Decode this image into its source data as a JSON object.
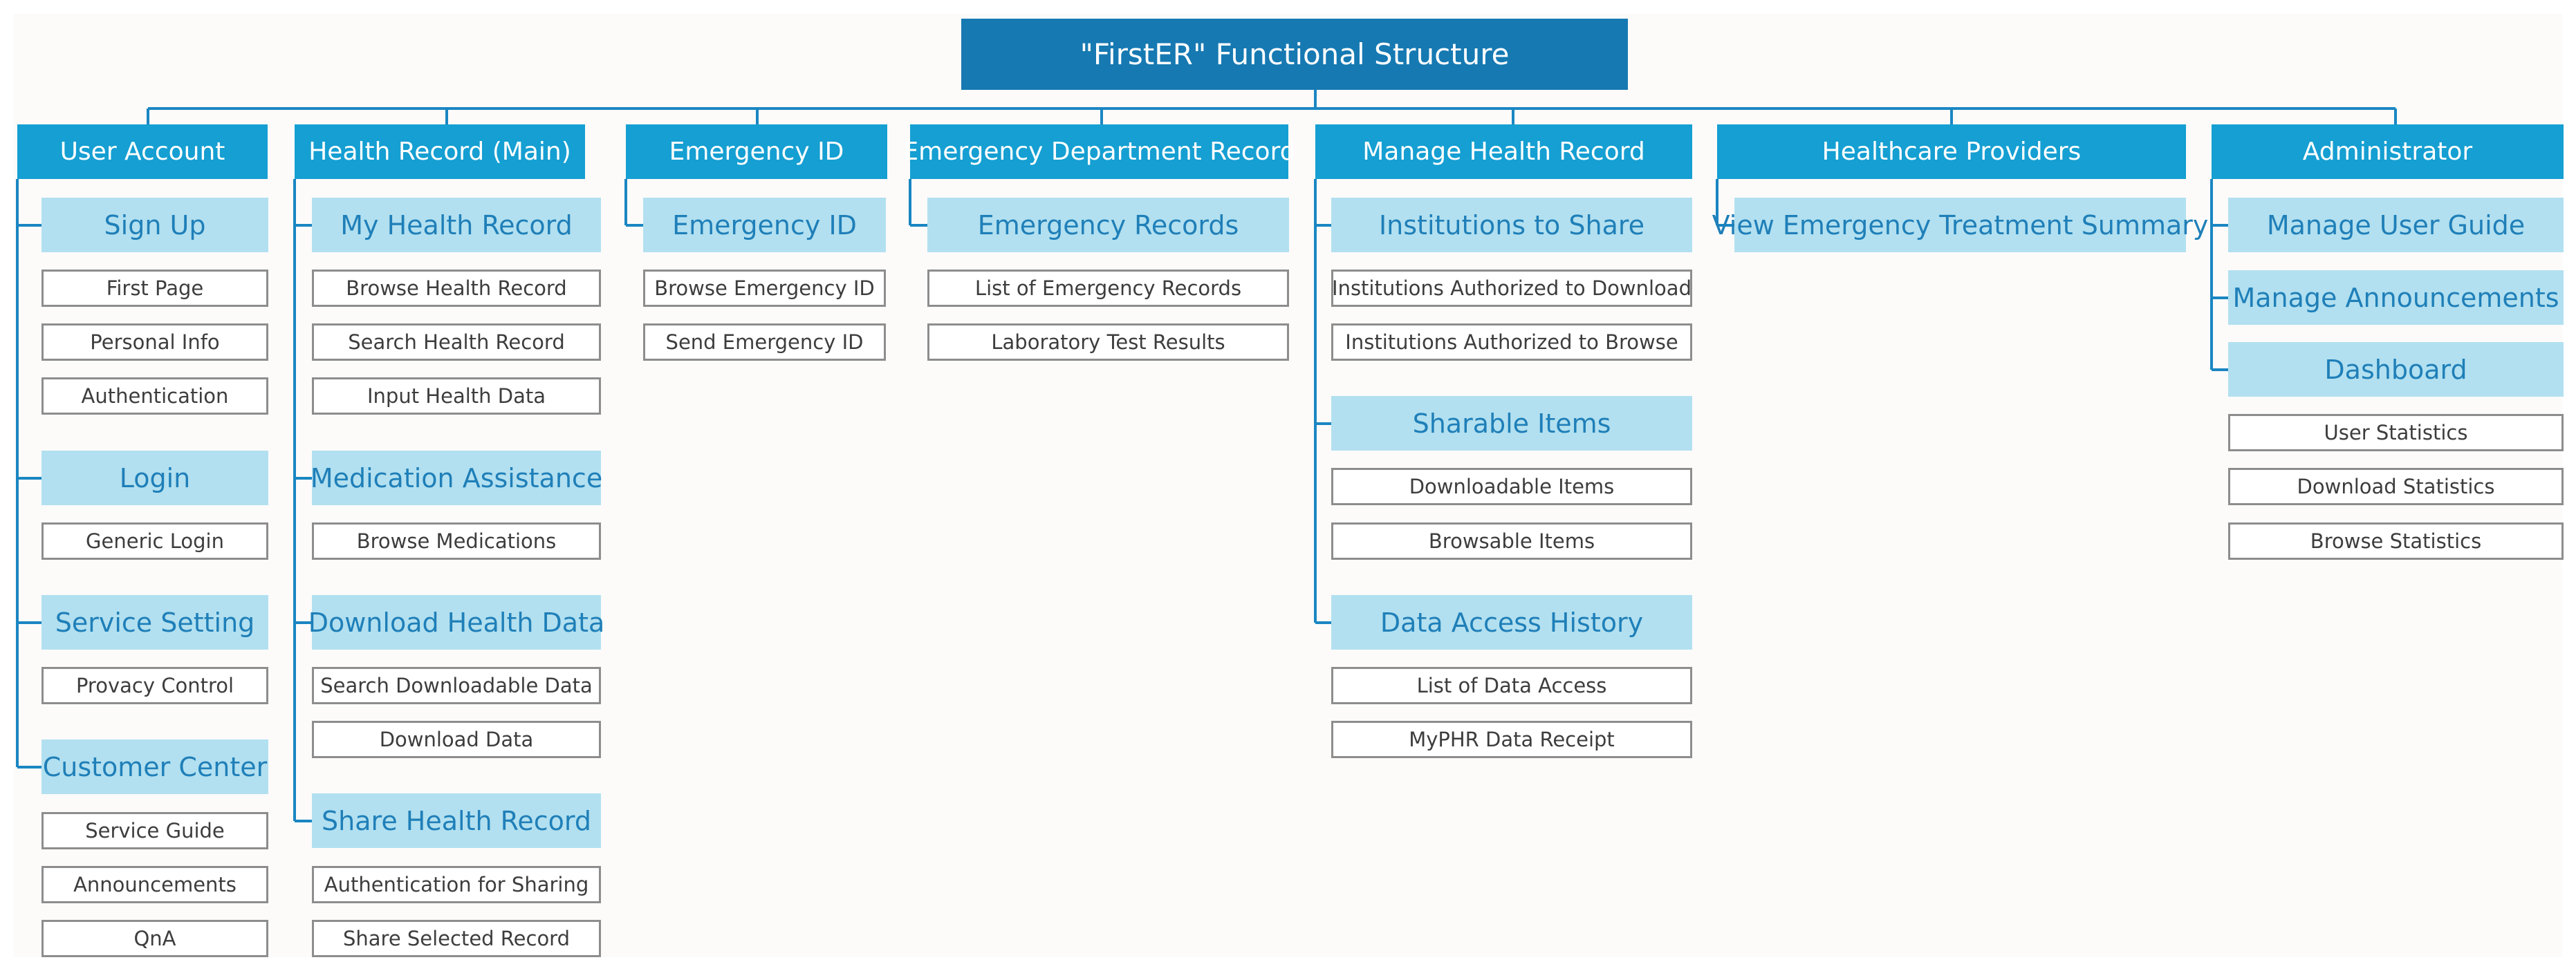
{
  "title": "\"FirstER\" Functional Structure",
  "colors": {
    "title_bg": "#1679b2",
    "category_bg": "#159fd2",
    "sub_bg": "#b2e0f0",
    "sub_text": "#1f7fb8",
    "leaf_border": "#8d8d8d",
    "connector": "#1a86c2"
  },
  "columns": [
    {
      "label": "User Account",
      "subs": [
        {
          "label": "Sign Up",
          "items": [
            "First Page",
            "Personal Info",
            "Authentication"
          ]
        },
        {
          "label": "Login",
          "items": [
            "Generic Login"
          ]
        },
        {
          "label": "Service Setting",
          "items": [
            "Provacy Control"
          ]
        },
        {
          "label": "Customer Center",
          "items": [
            "Service Guide",
            "Announcements",
            "QnA"
          ]
        }
      ]
    },
    {
      "label": "Health Record (Main)",
      "subs": [
        {
          "label": "My Health Record",
          "items": [
            "Browse Health Record",
            "Search Health Record",
            "Input Health Data"
          ]
        },
        {
          "label": "Medication Assistance",
          "items": [
            "Browse Medications"
          ]
        },
        {
          "label": "Download Health Data",
          "items": [
            "Search Downloadable Data",
            "Download Data"
          ]
        },
        {
          "label": "Share Health Record",
          "items": [
            "Authentication for Sharing",
            "Share Selected Record"
          ]
        }
      ]
    },
    {
      "label": "Emergency ID",
      "subs": [
        {
          "label": "Emergency ID",
          "items": [
            "Browse Emergency ID",
            "Send Emergency ID"
          ]
        }
      ]
    },
    {
      "label": "Emergency Department Record",
      "subs": [
        {
          "label": "Emergency Records",
          "items": [
            "List of Emergency Records",
            "Laboratory Test Results"
          ]
        }
      ]
    },
    {
      "label": "Manage Health Record",
      "subs": [
        {
          "label": "Institutions to Share",
          "items": [
            "Institutions Authorized to Download",
            "Institutions Authorized to Browse"
          ]
        },
        {
          "label": "Sharable Items",
          "items": [
            "Downloadable Items",
            "Browsable Items"
          ]
        },
        {
          "label": "Data Access History",
          "items": [
            "List of Data Access",
            "MyPHR Data Receipt"
          ]
        }
      ]
    },
    {
      "label": "Healthcare Providers",
      "subs": [
        {
          "label": "View Emergency Treatment Summary",
          "items": []
        }
      ]
    },
    {
      "label": "Administrator",
      "subs": [
        {
          "label": "Manage User Guide",
          "items": []
        },
        {
          "label": "Manage Announcements",
          "items": []
        },
        {
          "label": "Dashboard",
          "items": [
            "User Statistics",
            "Download Statistics",
            "Browse Statistics"
          ]
        }
      ]
    }
  ]
}
